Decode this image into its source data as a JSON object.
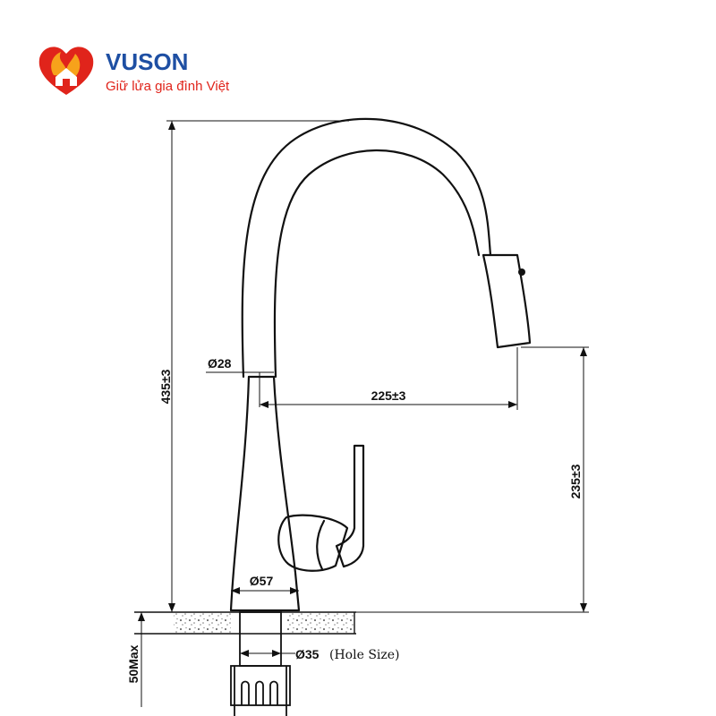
{
  "brand": {
    "name": "VUSON",
    "tagline": "Giữ lửa gia đình Việt",
    "icon": "flame-heart-house-icon",
    "colors": {
      "blue": "#1e4fa3",
      "red": "#e0241b",
      "orange": "#f7a21b"
    }
  },
  "dimensions": {
    "height_total": "435±3",
    "outlet_diameter": "Ø28",
    "reach": "225±3",
    "spout_height": "235±3",
    "base_diameter": "Ø57",
    "hole_diameter": "Ø35",
    "hole_note": "(Hole Size)",
    "counter_max": "50Max"
  }
}
